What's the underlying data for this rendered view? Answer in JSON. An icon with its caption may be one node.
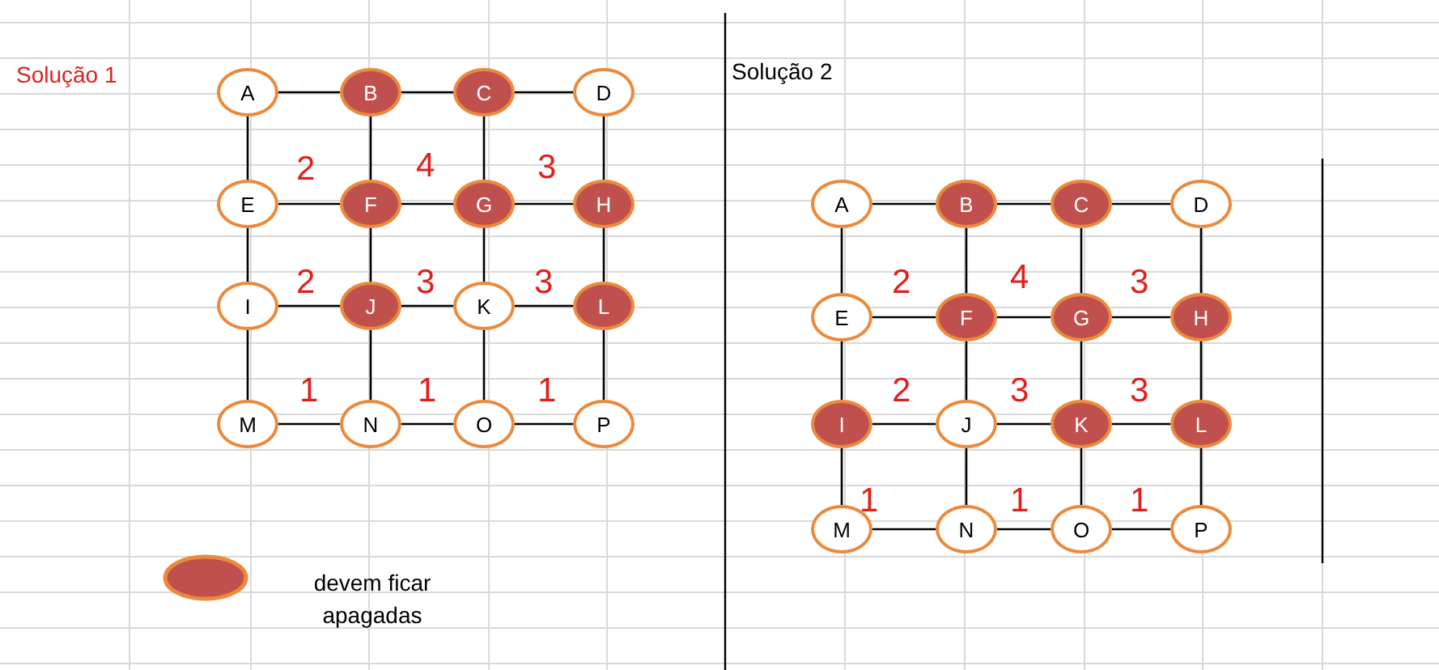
{
  "diagram": {
    "nodes": [
      {
        "text": [
          "A"
        ]
      },
      {
        "text": [
          "B"
        ]
      },
      {
        "text": [
          "C"
        ]
      },
      {
        "text": [
          "D"
        ]
      },
      {
        "text": [
          "E"
        ]
      },
      {
        "text": [
          "F"
        ]
      },
      {
        "text": [
          "G"
        ]
      },
      {
        "text": [
          "H"
        ]
      },
      {
        "text": [
          "I"
        ]
      },
      {
        "text": [
          "J"
        ]
      },
      {
        "text": [
          "K"
        ]
      },
      {
        "text": [
          "L"
        ]
      },
      {
        "text": [
          "M"
        ]
      },
      {
        "text": [
          "N"
        ]
      },
      {
        "text": [
          "O"
        ]
      },
      {
        "text": [
          "P"
        ]
      },
      {
        "text": [
          "A"
        ]
      },
      {
        "text": [
          "B"
        ]
      },
      {
        "text": [
          "C"
        ]
      },
      {
        "text": [
          "D"
        ]
      },
      {
        "text": [
          "E"
        ]
      },
      {
        "text": [
          "F"
        ]
      },
      {
        "text": [
          "G"
        ]
      },
      {
        "text": [
          "H"
        ]
      },
      {
        "text": [
          "I"
        ]
      },
      {
        "text": [
          "J"
        ]
      },
      {
        "text": [
          "K"
        ]
      },
      {
        "text": [
          "L"
        ]
      },
      {
        "text": [
          "M"
        ]
      },
      {
        "text": [
          "N"
        ]
      },
      {
        "text": [
          "O"
        ]
      },
      {
        "text": [
          "P"
        ]
      }
    ],
    "edges": [
      {
        "from": 0,
        "to": 1,
        "arrow": "none"
      },
      {
        "from": 1,
        "to": 2,
        "arrow": "none"
      },
      {
        "from": 2,
        "to": 3,
        "arrow": "none"
      },
      {
        "from": 4,
        "to": 5,
        "arrow": "none"
      },
      {
        "from": 5,
        "to": 6,
        "arrow": "none"
      },
      {
        "from": 6,
        "to": 7,
        "arrow": "none"
      },
      {
        "from": 8,
        "to": 9,
        "arrow": "none"
      },
      {
        "from": 9,
        "to": 10,
        "arrow": "none"
      },
      {
        "from": 10,
        "to": 11,
        "arrow": "none"
      },
      {
        "from": 12,
        "to": 13,
        "arrow": "none"
      },
      {
        "from": 13,
        "to": 14,
        "arrow": "none"
      },
      {
        "from": 14,
        "to": 15,
        "arrow": "none"
      },
      {
        "from": 0,
        "to": 4,
        "arrow": "none"
      },
      {
        "from": 4,
        "to": 8,
        "arrow": "none"
      },
      {
        "from": 8,
        "to": 12,
        "arrow": "none"
      },
      {
        "from": 1,
        "to": 5,
        "arrow": "none"
      },
      {
        "from": 5,
        "to": 9,
        "arrow": "none"
      },
      {
        "from": 9,
        "to": 13,
        "arrow": "none"
      },
      {
        "from": 2,
        "to": 6,
        "arrow": "none"
      },
      {
        "from": 6,
        "to": 10,
        "arrow": "none"
      },
      {
        "from": 10,
        "to": 14,
        "arrow": "none"
      },
      {
        "from": 3,
        "to": 7,
        "arrow": "none"
      },
      {
        "from": 7,
        "to": 11,
        "arrow": "none"
      },
      {
        "from": 11,
        "to": 15,
        "arrow": "none"
      },
      {
        "from": 16,
        "to": 17,
        "arrow": "none"
      },
      {
        "from": 17,
        "to": 18,
        "arrow": "none"
      },
      {
        "from": 18,
        "to": 19,
        "arrow": "none"
      },
      {
        "from": 20,
        "to": 21,
        "arrow": "none"
      },
      {
        "from": 21,
        "to": 22,
        "arrow": "none"
      },
      {
        "from": 22,
        "to": 23,
        "arrow": "none"
      },
      {
        "from": 24,
        "to": 25,
        "arrow": "none"
      },
      {
        "from": 25,
        "to": 26,
        "arrow": "none"
      },
      {
        "from": 26,
        "to": 27,
        "arrow": "none"
      },
      {
        "from": 28,
        "to": 29,
        "arrow": "none"
      },
      {
        "from": 29,
        "to": 30,
        "arrow": "none"
      },
      {
        "from": 30,
        "to": 31,
        "arrow": "none"
      },
      {
        "from": 16,
        "to": 20,
        "arrow": "none"
      },
      {
        "from": 20,
        "to": 24,
        "arrow": "none"
      },
      {
        "from": 24,
        "to": 28,
        "arrow": "none"
      },
      {
        "from": 17,
        "to": 21,
        "arrow": "none"
      },
      {
        "from": 21,
        "to": 25,
        "arrow": "none"
      },
      {
        "from": 25,
        "to": 29,
        "arrow": "none"
      },
      {
        "from": 18,
        "to": 22,
        "arrow": "none"
      },
      {
        "from": 22,
        "to": 26,
        "arrow": "none"
      },
      {
        "from": 26,
        "to": 30,
        "arrow": "none"
      },
      {
        "from": 19,
        "to": 23,
        "arrow": "none"
      },
      {
        "from": 23,
        "to": 27,
        "arrow": "none"
      },
      {
        "from": 27,
        "to": 31,
        "arrow": "none"
      }
    ],
    "labels": [
      "Solução 1",
      "Solução 2",
      "2",
      "4",
      "3",
      "2",
      "3",
      "3",
      "1",
      "1",
      "1",
      "2",
      "4",
      "3",
      "2",
      "3",
      "3",
      "1",
      "1",
      "1"
    ],
    "legend": [
      {
        "text": "devem ficar apagadas",
        "color": "#c0504d"
      }
    ]
  }
}
